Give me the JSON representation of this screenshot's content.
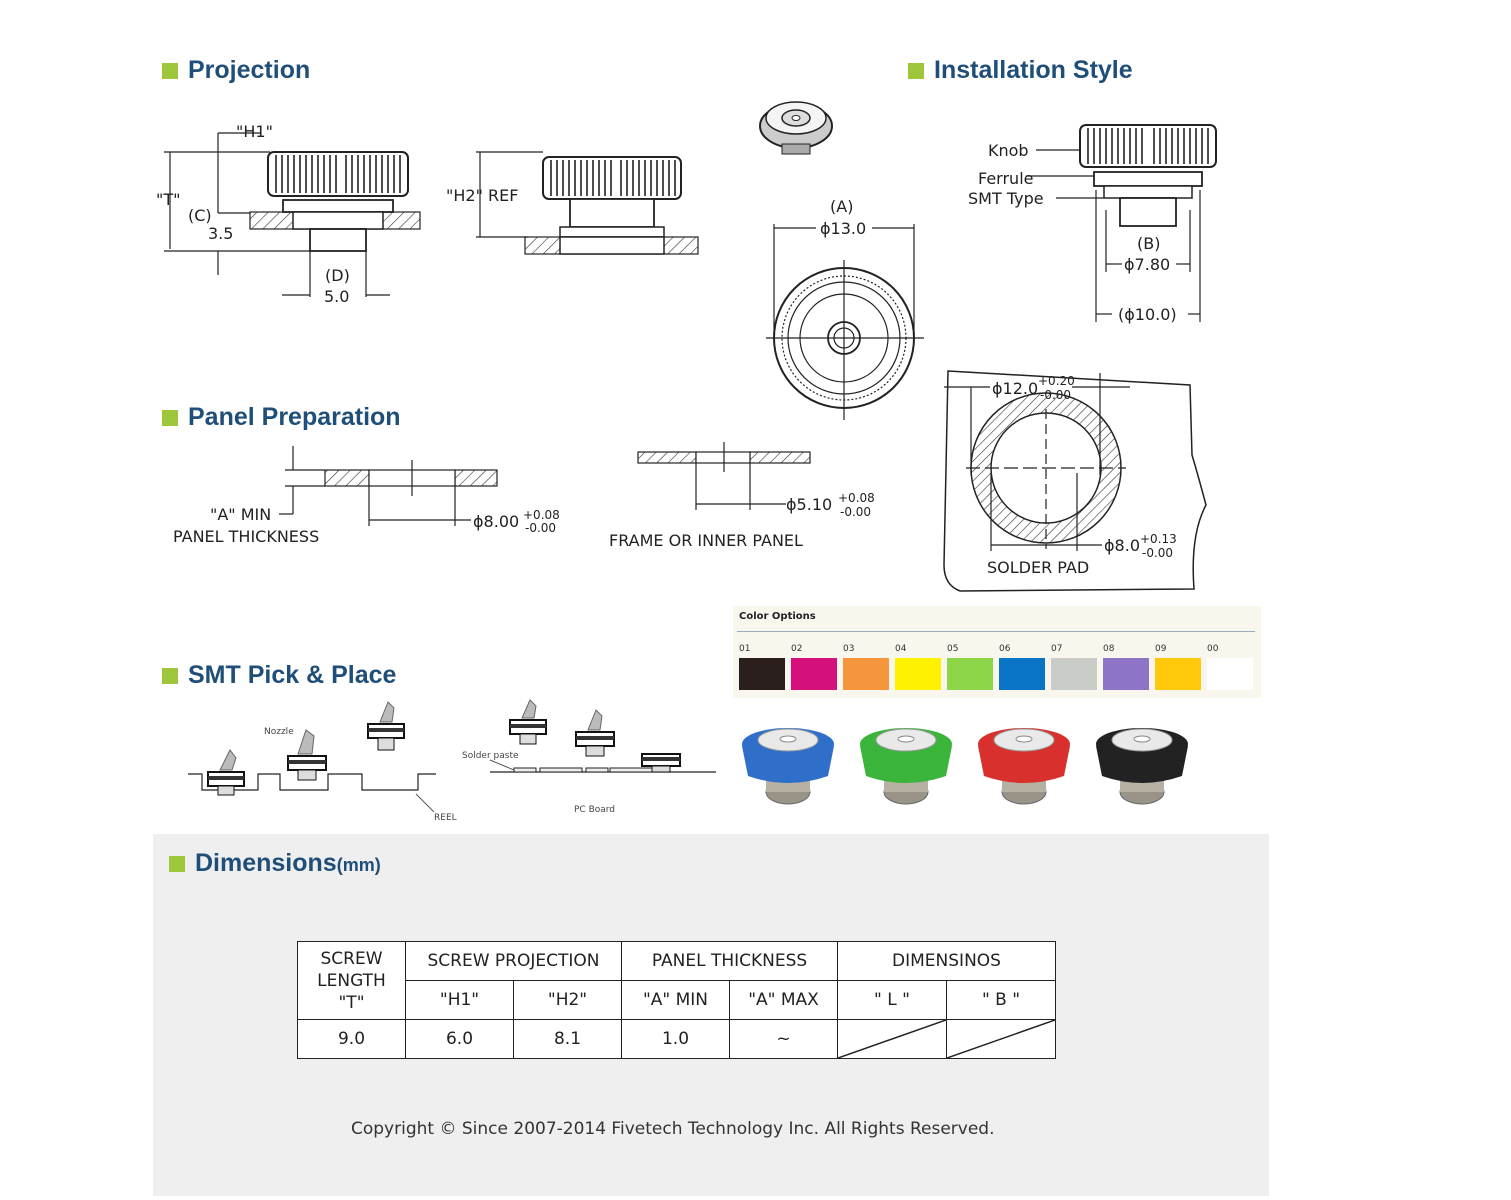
{
  "sections": {
    "projection": "Projection",
    "installation": "Installation Style",
    "panel_prep": "Panel Preparation",
    "smt": "SMT Pick & Place",
    "dimensions": "Dimensions",
    "dimensions_unit": "(mm)"
  },
  "projection": {
    "h1": "\"H1\"",
    "t": "\"T\"",
    "c": "(C)",
    "c_val": "3.5",
    "d": "(D)",
    "d_val": "5.0",
    "h2": "\"H2\" REF"
  },
  "top_view": {
    "a": "(A)",
    "a_val": "ϕ13.0"
  },
  "installation": {
    "knob": "Knob",
    "ferrule": "Ferrule",
    "smt_type": "SMT Type",
    "b": "(B)",
    "b_val": "ϕ7.80",
    "outer": "(ϕ10.0)"
  },
  "panel_prep": {
    "a_min": "\"A\" MIN",
    "panel_thickness": "PANEL THICKNESS",
    "hole1": "ϕ8.00",
    "hole1_tol_plus": "+0.08",
    "hole1_tol_minus": "-0.00",
    "hole2": "ϕ5.10",
    "hole2_tol_plus": "+0.08",
    "hole2_tol_minus": "-0.00",
    "frame_label": "FRAME OR INNER PANEL"
  },
  "solder_pad": {
    "outer": "ϕ12.0",
    "outer_tol_plus": "+0.20",
    "outer_tol_minus": "-0.00",
    "inner": "ϕ8.0",
    "inner_tol_plus": "+0.13",
    "inner_tol_minus": "-0.00",
    "label": "SOLDER  PAD"
  },
  "smt_labels": {
    "nozzle": "Nozzle",
    "reel": "REEL",
    "solder_paste": "Solder paste",
    "pc_board": "PC Board"
  },
  "color_options": {
    "title": "Color Options",
    "swatches": [
      {
        "code": "01",
        "color": "#2a1f1c"
      },
      {
        "code": "02",
        "color": "#d6107a"
      },
      {
        "code": "03",
        "color": "#f5963c"
      },
      {
        "code": "04",
        "color": "#fff200"
      },
      {
        "code": "05",
        "color": "#8dd64a"
      },
      {
        "code": "06",
        "color": "#0a75c6"
      },
      {
        "code": "07",
        "color": "#c9ccc7"
      },
      {
        "code": "08",
        "color": "#8e74c7"
      },
      {
        "code": "09",
        "color": "#ffc80a"
      },
      {
        "code": "00",
        "color": "#ffffff"
      }
    ]
  },
  "product_colors": [
    "#2f6fc9",
    "#3bb43c",
    "#d8302c",
    "#222222"
  ],
  "table": {
    "headers": {
      "screw_length": [
        "SCREW",
        "LENGTH",
        "\"T\""
      ],
      "screw_projection": "SCREW PROJECTION",
      "panel_thickness": "PANEL THICKNESS",
      "dimensions": "DIMENSINOS",
      "h1": "\"H1\"",
      "h2": "\"H2\"",
      "a_min": "\"A\" MIN",
      "a_max": "\"A\" MAX",
      "l": "\" L \"",
      "b": "\" B \""
    },
    "row": {
      "t": "9.0",
      "h1": "6.0",
      "h2": "8.1",
      "a_min": "1.0",
      "a_max": "~"
    }
  },
  "copyright": "Copyright © Since 2007-2014 Fivetech Technology Inc. All Rights Reserved."
}
